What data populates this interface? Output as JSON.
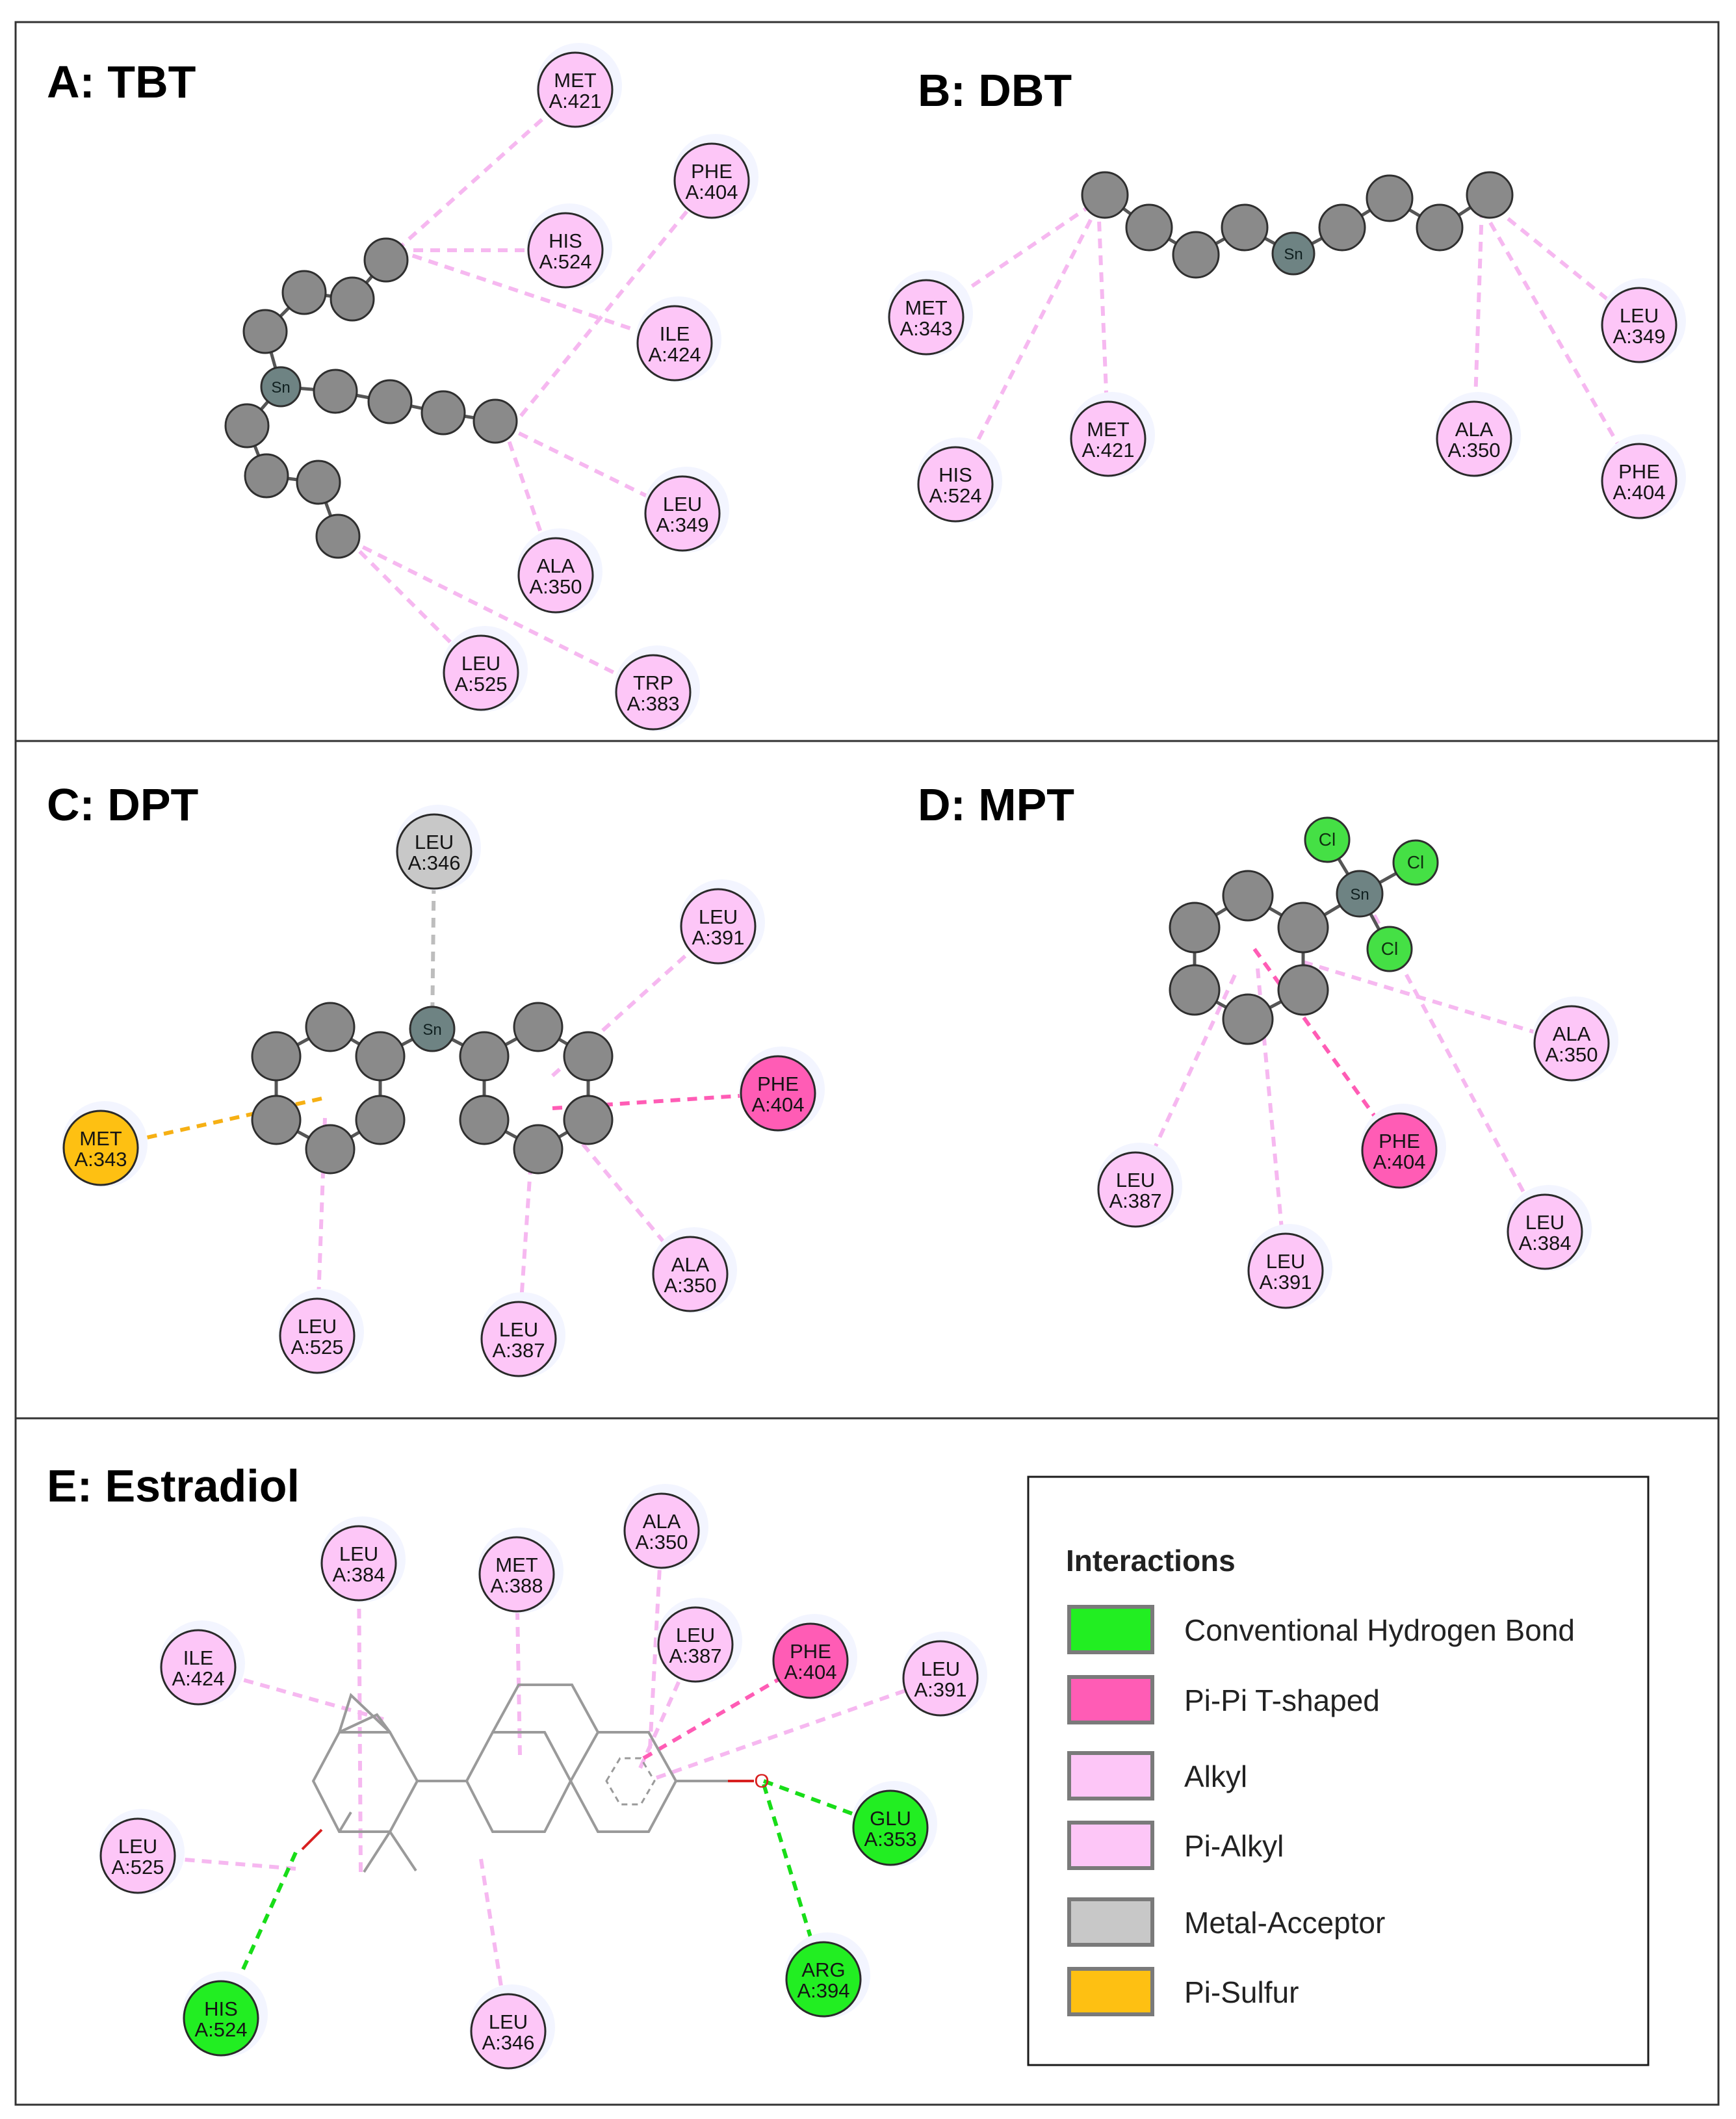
{
  "colors": {
    "hbond": "#22ee22",
    "pipi": "#ff5cb5",
    "alkyl": "#fdc6f7",
    "metal": "#c8c8c8",
    "pisulfur": "#fec012",
    "atom": "#8a8a8a",
    "tin": "#6e8383",
    "chlorine": "#45e045"
  },
  "panels": [
    {
      "id": "A",
      "title": "A: TBT"
    },
    {
      "id": "B",
      "title": "B: DBT"
    },
    {
      "id": "C",
      "title": "C: DPT"
    },
    {
      "id": "D",
      "title": "D: MPT"
    },
    {
      "id": "E",
      "title": "E: Estradiol"
    }
  ],
  "atom_labels": {
    "tin": "Sn",
    "chlorine": "Cl",
    "oxygen": "O"
  },
  "residues": [
    {
      "panel": "A",
      "name": "MET",
      "num": "A:421",
      "type": "alkyl"
    },
    {
      "panel": "A",
      "name": "PHE",
      "num": "A:404",
      "type": "alkyl"
    },
    {
      "panel": "A",
      "name": "HIS",
      "num": "A:524",
      "type": "alkyl"
    },
    {
      "panel": "A",
      "name": "ILE",
      "num": "A:424",
      "type": "alkyl"
    },
    {
      "panel": "A",
      "name": "LEU",
      "num": "A:349",
      "type": "alkyl"
    },
    {
      "panel": "A",
      "name": "ALA",
      "num": "A:350",
      "type": "alkyl"
    },
    {
      "panel": "A",
      "name": "LEU",
      "num": "A:525",
      "type": "alkyl"
    },
    {
      "panel": "A",
      "name": "TRP",
      "num": "A:383",
      "type": "alkyl"
    },
    {
      "panel": "B",
      "name": "MET",
      "num": "A:343",
      "type": "alkyl"
    },
    {
      "panel": "B",
      "name": "MET",
      "num": "A:421",
      "type": "alkyl"
    },
    {
      "panel": "B",
      "name": "HIS",
      "num": "A:524",
      "type": "alkyl"
    },
    {
      "panel": "B",
      "name": "LEU",
      "num": "A:349",
      "type": "alkyl"
    },
    {
      "panel": "B",
      "name": "ALA",
      "num": "A:350",
      "type": "alkyl"
    },
    {
      "panel": "B",
      "name": "PHE",
      "num": "A:404",
      "type": "alkyl"
    },
    {
      "panel": "C",
      "name": "LEU",
      "num": "A:346",
      "type": "metal"
    },
    {
      "panel": "C",
      "name": "LEU",
      "num": "A:391",
      "type": "alkyl"
    },
    {
      "panel": "C",
      "name": "PHE",
      "num": "A:404",
      "type": "pipi"
    },
    {
      "panel": "C",
      "name": "MET",
      "num": "A:343",
      "type": "pisulfur"
    },
    {
      "panel": "C",
      "name": "ALA",
      "num": "A:350",
      "type": "alkyl"
    },
    {
      "panel": "C",
      "name": "LEU",
      "num": "A:525",
      "type": "alkyl"
    },
    {
      "panel": "C",
      "name": "LEU",
      "num": "A:387",
      "type": "alkyl"
    },
    {
      "panel": "D",
      "name": "ALA",
      "num": "A:350",
      "type": "alkyl"
    },
    {
      "panel": "D",
      "name": "PHE",
      "num": "A:404",
      "type": "pipi"
    },
    {
      "panel": "D",
      "name": "LEU",
      "num": "A:387",
      "type": "alkyl"
    },
    {
      "panel": "D",
      "name": "LEU",
      "num": "A:384",
      "type": "alkyl"
    },
    {
      "panel": "D",
      "name": "LEU",
      "num": "A:391",
      "type": "alkyl"
    },
    {
      "panel": "E",
      "name": "ALA",
      "num": "A:350",
      "type": "alkyl"
    },
    {
      "panel": "E",
      "name": "LEU",
      "num": "A:384",
      "type": "alkyl"
    },
    {
      "panel": "E",
      "name": "MET",
      "num": "A:388",
      "type": "alkyl"
    },
    {
      "panel": "E",
      "name": "ILE",
      "num": "A:424",
      "type": "alkyl"
    },
    {
      "panel": "E",
      "name": "LEU",
      "num": "A:387",
      "type": "alkyl"
    },
    {
      "panel": "E",
      "name": "PHE",
      "num": "A:404",
      "type": "pipi"
    },
    {
      "panel": "E",
      "name": "LEU",
      "num": "A:391",
      "type": "alkyl"
    },
    {
      "panel": "E",
      "name": "GLU",
      "num": "A:353",
      "type": "hbond"
    },
    {
      "panel": "E",
      "name": "LEU",
      "num": "A:525",
      "type": "alkyl"
    },
    {
      "panel": "E",
      "name": "ARG",
      "num": "A:394",
      "type": "hbond"
    },
    {
      "panel": "E",
      "name": "HIS",
      "num": "A:524",
      "type": "hbond"
    },
    {
      "panel": "E",
      "name": "LEU",
      "num": "A:346",
      "type": "alkyl"
    }
  ],
  "legend": {
    "title": "Interactions",
    "items": [
      {
        "label": "Conventional Hydrogen Bond",
        "color": "#22ee22"
      },
      {
        "label": "Pi-Pi T-shaped",
        "color": "#ff5cb5"
      },
      {
        "label": "Alkyl",
        "color": "#fdc6f7"
      },
      {
        "label": "Pi-Alkyl",
        "color": "#fdc6f7"
      },
      {
        "label": "Metal-Acceptor",
        "color": "#c8c8c8"
      },
      {
        "label": "Pi-Sulfur",
        "color": "#fec012"
      }
    ]
  }
}
